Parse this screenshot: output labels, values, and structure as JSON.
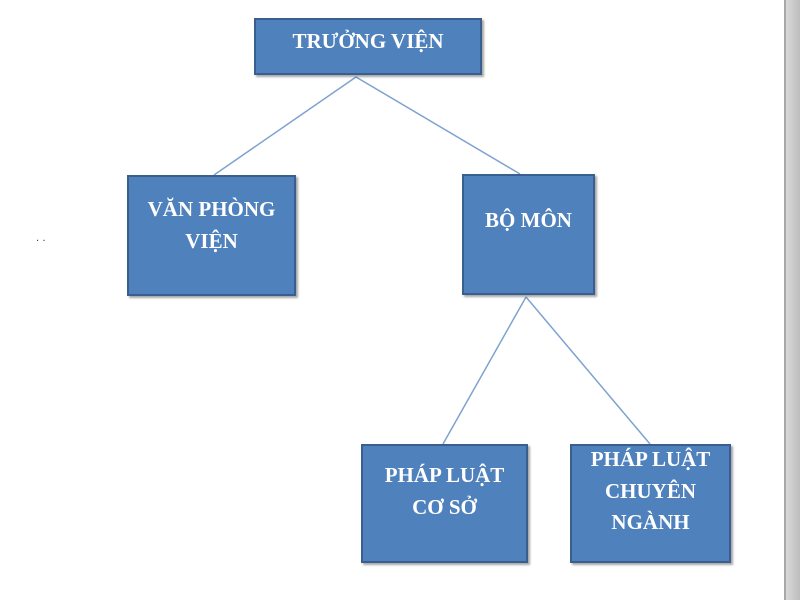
{
  "colors": {
    "box_fill": "#4f81bd",
    "box_border": "#3a5f8f",
    "box_text": "#ffffff",
    "connector": "#7ea3cf"
  },
  "nodes": {
    "root": "TRƯỞNG VIỆN",
    "office": "VĂN PHÒNG\nVIỆN",
    "department": "BỘ MÔN",
    "basic_law": "PHÁP LUẬT\nCƠ SỞ",
    "specialized_law": "PHÁP LUẬT\nCHUYÊN\nNGÀNH"
  },
  "edges": [
    [
      "root",
      "office"
    ],
    [
      "root",
      "department"
    ],
    [
      "department",
      "basic_law"
    ],
    [
      "department",
      "specialized_law"
    ]
  ]
}
